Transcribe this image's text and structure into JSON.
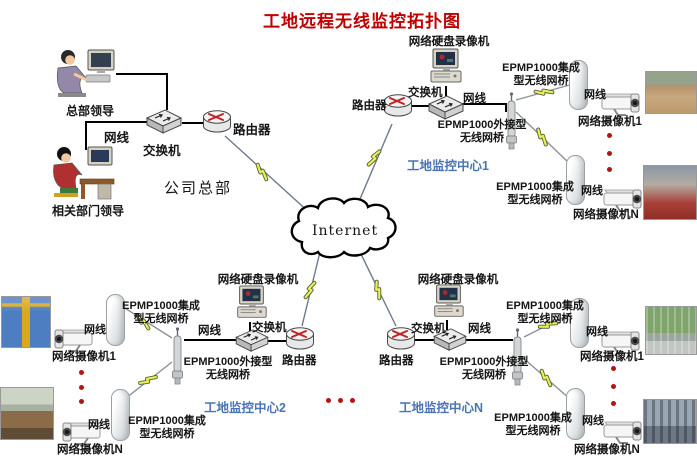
{
  "title": "工地远程无线监控拓扑图",
  "internet": {
    "label": "Internet"
  },
  "hq": {
    "site_label": "公司总部",
    "leader1": "总部领导",
    "leader2": "相关部门领导"
  },
  "labels": {
    "cable": "网线",
    "switch": "交换机",
    "router": "路由器",
    "dvr": "网络硬盘录像机",
    "bridge_integrated": "EPMP1000集成型无线网桥",
    "bridge_external": "EPMP1000外接型无线网桥",
    "camera_1": "网络摄像机1",
    "camera_n": "网络摄像机N"
  },
  "sites": {
    "site1_label": "工地监控中心1",
    "site2_label": "工地监控中心2",
    "siteN_label": "工地监控中心N"
  },
  "colors": {
    "title": "#c00000",
    "site_label": "#4a74b4",
    "dots": "#b41414",
    "lightning": "#e9f054",
    "wire": "#000000",
    "wireless_link": "#6b7b8c"
  }
}
